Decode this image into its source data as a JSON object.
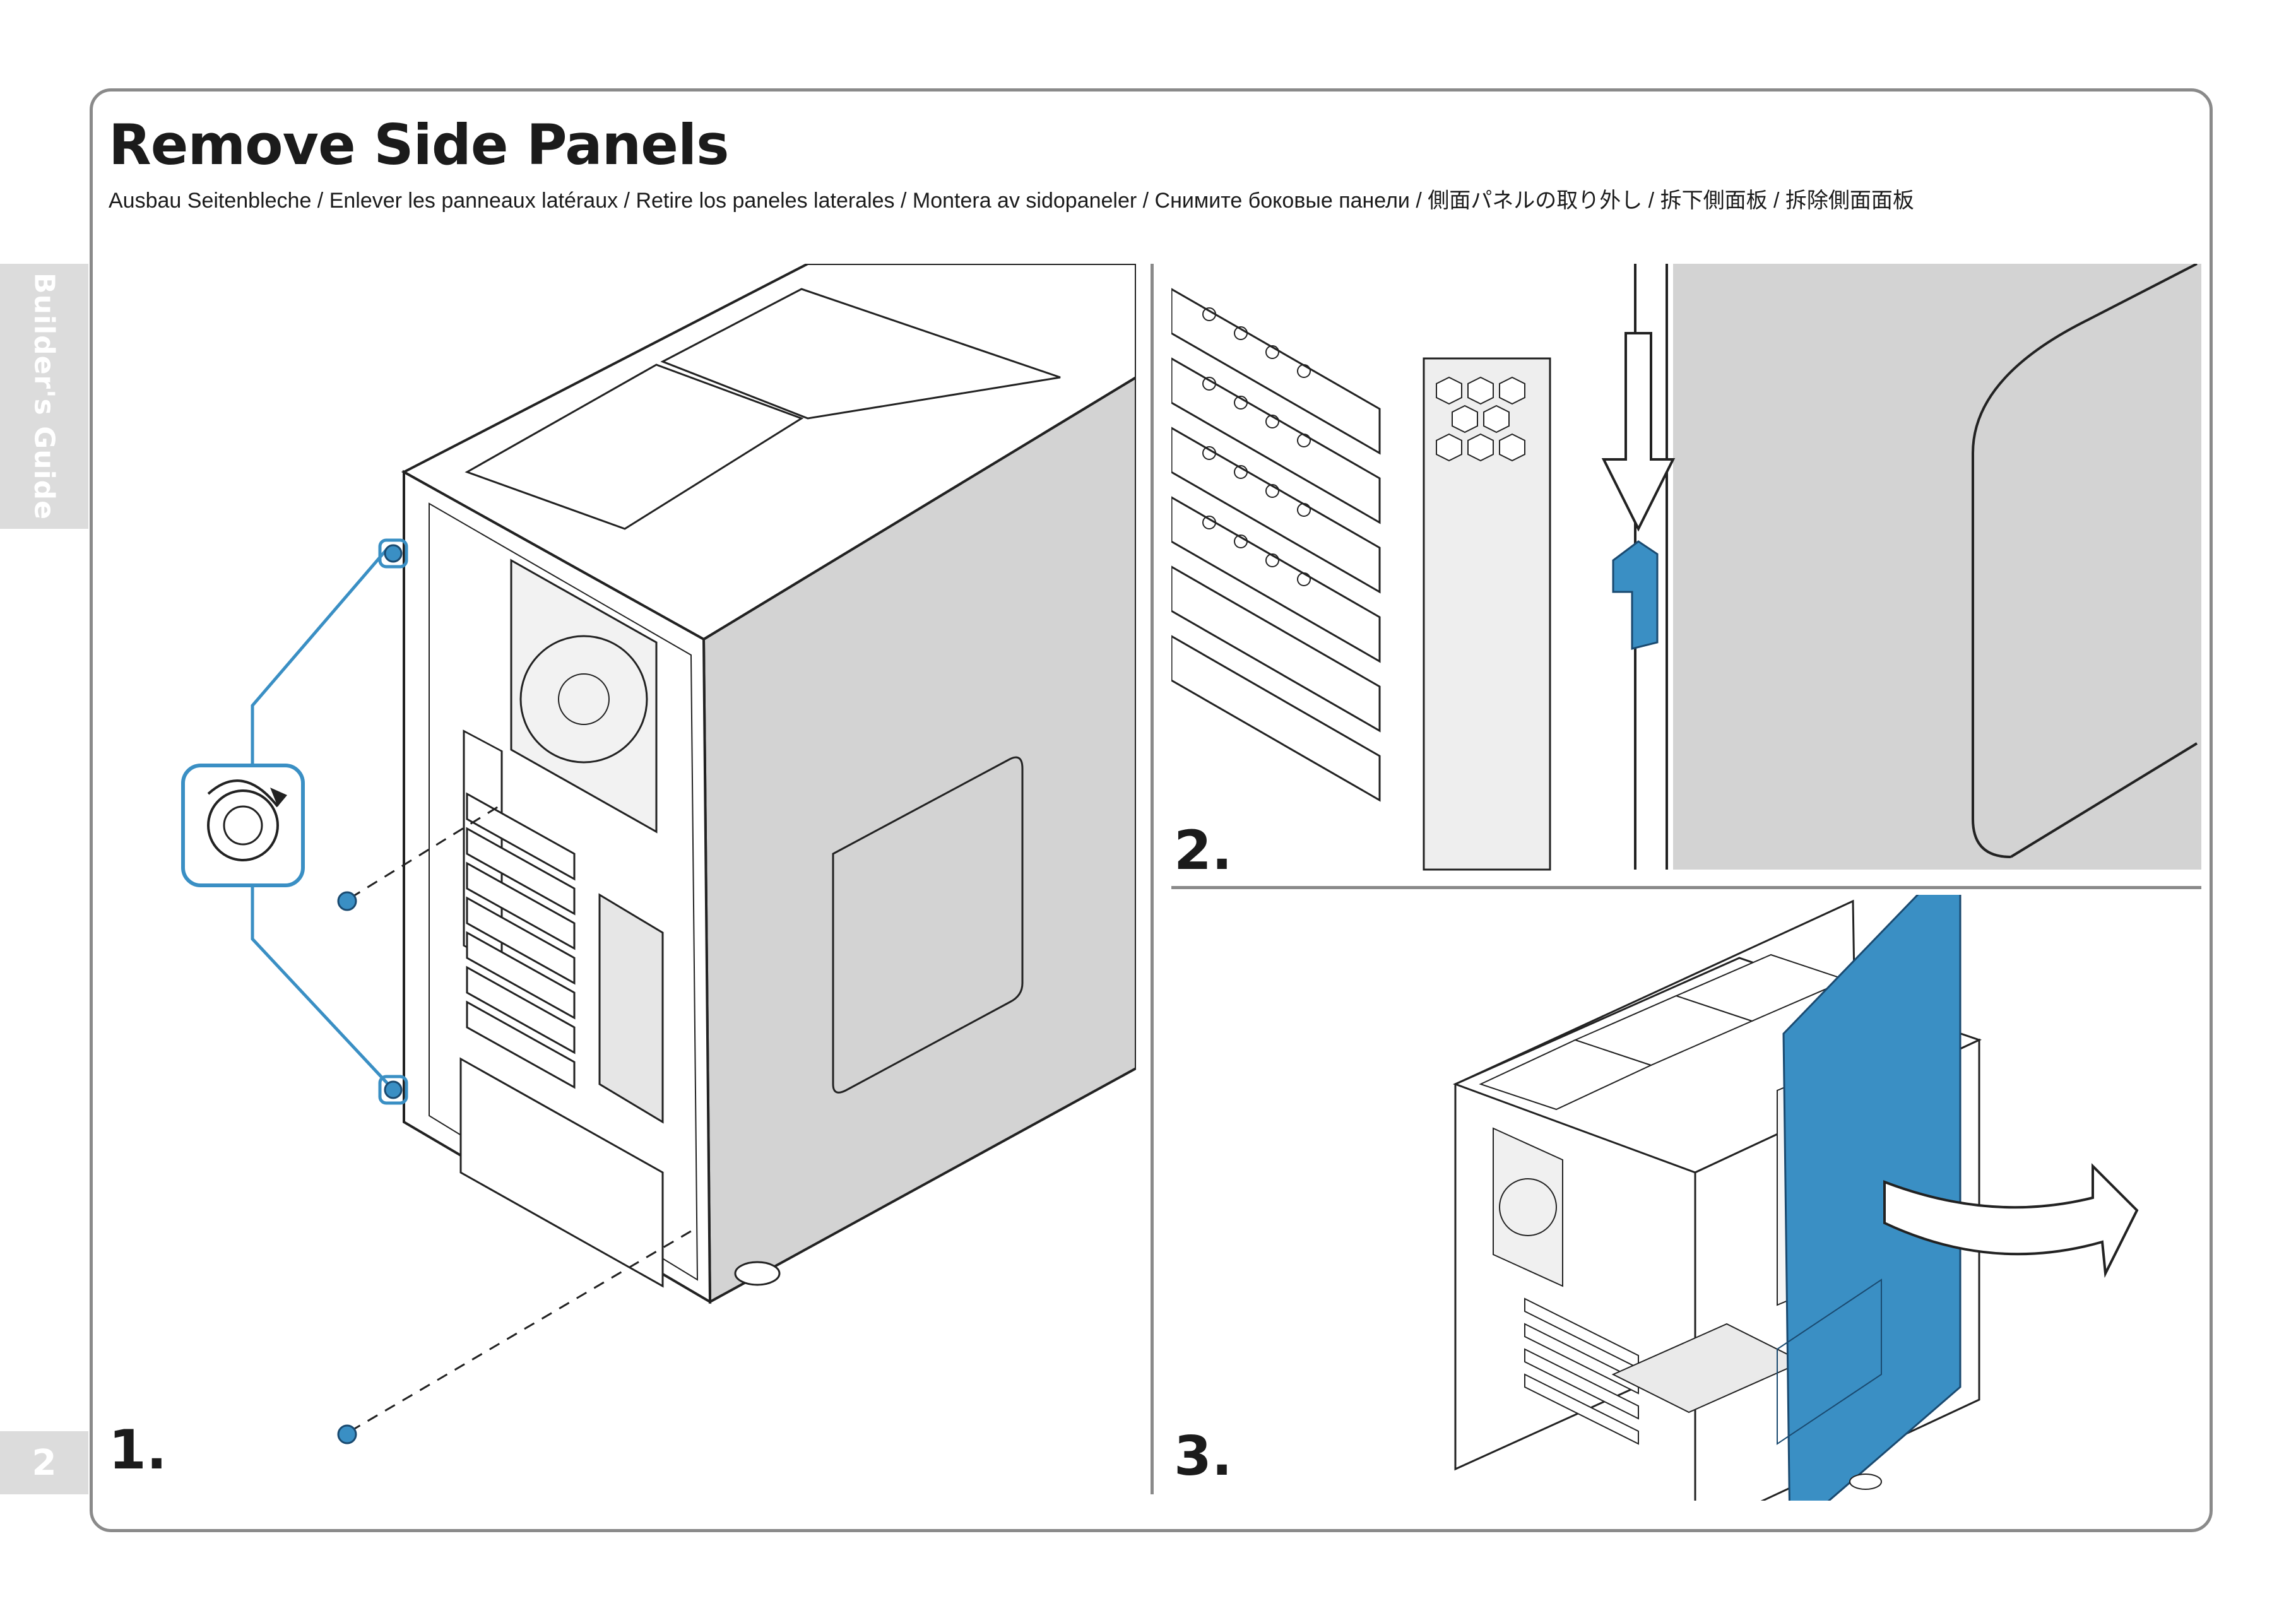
{
  "header": {
    "title": "Remove Side Panels",
    "subtitle": "Ausbau Seitenbleche / Enlever les panneaux latéraux / Retire los paneles laterales / Montera av sidopaneler / Снимите боковые панели / 側面パネルの取り外し / 拆下側面板 / 拆除側面面板"
  },
  "side_tab": {
    "label": "Builder's Guide"
  },
  "page_number": "2",
  "steps": [
    {
      "label": "1."
    },
    {
      "label": "2."
    },
    {
      "label": "3."
    }
  ],
  "colors": {
    "accent_blue": "#3a8fc4",
    "panel_gray": "#d3d3d3",
    "line": "#222222",
    "frame": "#8a8a8a"
  },
  "icons": {
    "screw": "thumbscrew-icon",
    "rotate": "rotate-arrow-icon",
    "latch": "latch-icon",
    "down": "arrow-down-icon",
    "swing": "swing-arrow-icon"
  }
}
